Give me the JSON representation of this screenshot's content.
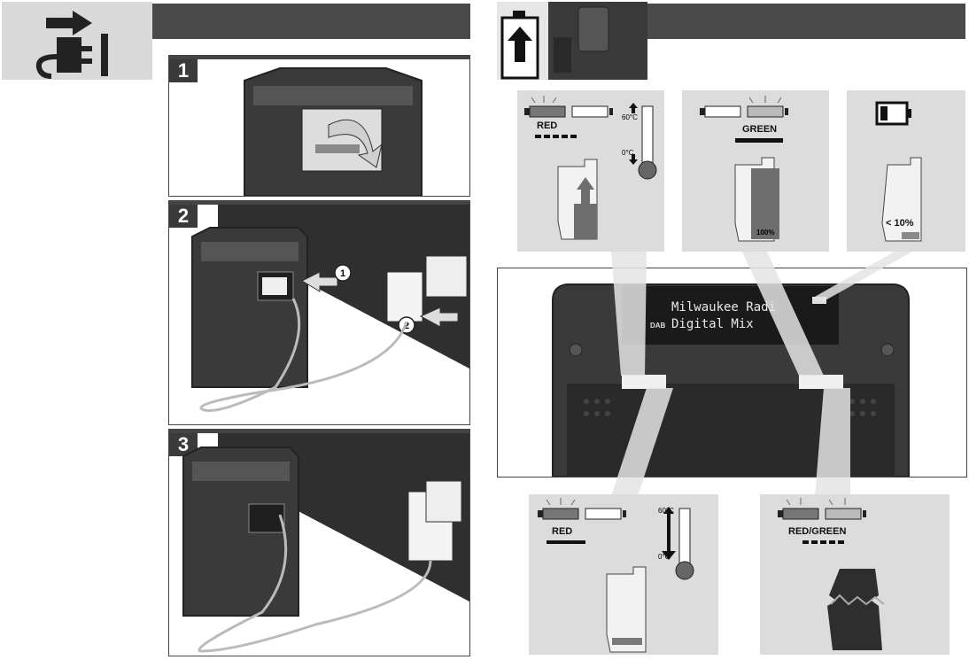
{
  "left_section": {
    "header_icon": "power-plug-arrow-icon",
    "steps": [
      {
        "number": "1"
      },
      {
        "number": "2",
        "callouts": [
          "1",
          "2"
        ]
      },
      {
        "number": "3"
      }
    ]
  },
  "right_section": {
    "header_icon": "battery-charging-arrow-icon",
    "panels": {
      "red_cold": {
        "status_label": "RED",
        "temp_high": "60°C",
        "temp_low": "0°C"
      },
      "green_full": {
        "status_label": "GREEN",
        "battery_level": "100%"
      },
      "low_battery": {
        "battery_level": "< 10%"
      },
      "red_temp": {
        "status_label": "RED",
        "temp_high": "60°C",
        "temp_low": "0°C"
      },
      "red_green": {
        "status_label": "RED/GREEN"
      }
    },
    "radio_display": {
      "line1": "Milwaukee Radi",
      "line2": "Digital Mix",
      "badge": "DAB"
    }
  },
  "colors": {
    "header_bar": "#4a4a4a",
    "wall": "#2f2f2f",
    "panel_grey": "#dcdcdc",
    "battery_fill": "#6e6e6e",
    "battery_low_fill": "#8a8a8a"
  }
}
